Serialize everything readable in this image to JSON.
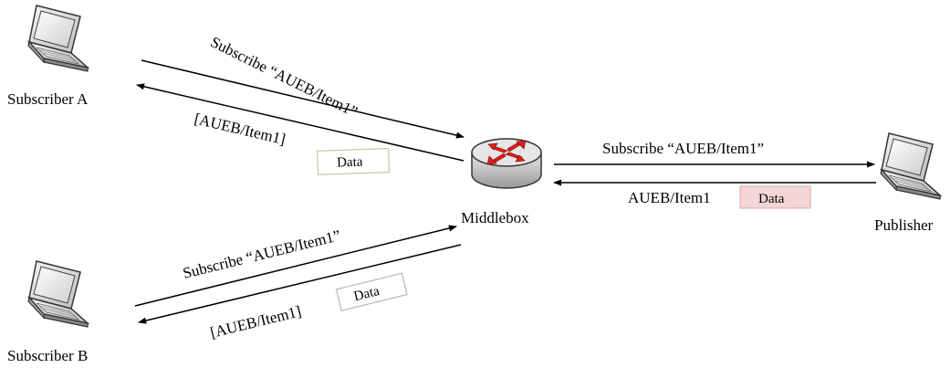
{
  "nodes": {
    "subscriber_a": {
      "label": "Subscriber A"
    },
    "subscriber_b": {
      "label": "Subscriber B"
    },
    "middlebox": {
      "label": "Middlebox"
    },
    "publisher": {
      "label": "Publisher"
    }
  },
  "messages": {
    "a_subscribe": "Subscribe “AUEB/Item1”",
    "a_reply_name": "[AUEB/Item1]",
    "a_reply_data": "Data",
    "b_subscribe": "Subscribe “AUEB/Item1”",
    "b_reply_name": "[AUEB/Item1]",
    "b_reply_data": "Data",
    "pub_subscribe": "Subscribe “AUEB/Item1”",
    "pub_reply_name": "AUEB/Item1",
    "pub_reply_data": "Data"
  },
  "colors": {
    "router_arrows": "#e02020",
    "publisher_data_box": "#f4d6d6",
    "subscriber_data_box_border": "#c8c8a0"
  },
  "icons": [
    "laptop-icon",
    "router-icon"
  ]
}
